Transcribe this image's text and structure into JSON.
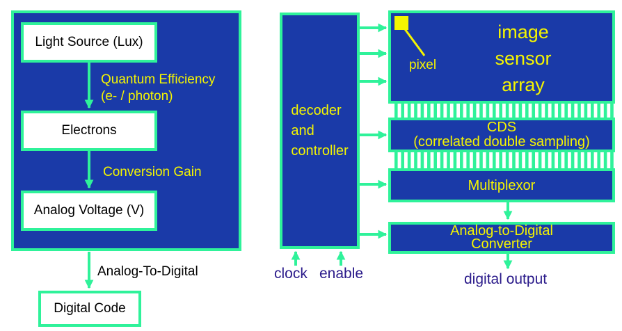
{
  "colors": {
    "panel": "#1a3aa8",
    "border": "#2ff29a",
    "label": "#f5f500",
    "arrow": "#2ff29a",
    "caption": "#2a1a8a"
  },
  "left": {
    "light_source": "Light Source (Lux)",
    "qe_line1": "Quantum Efficiency",
    "qe_line2": "(e- / photon)",
    "electrons": "Electrons",
    "conversion_gain": "Conversion Gain",
    "analog_voltage": "Analog Voltage (V)",
    "adc_label": "Analog-To-Digital",
    "digital_code": "Digital Code"
  },
  "right": {
    "decoder": [
      "decoder",
      "and",
      "controller"
    ],
    "sensor": [
      "image",
      "sensor",
      "array"
    ],
    "pixel": "pixel",
    "cds_line1": "CDS",
    "cds_line2": "(correlated double sampling)",
    "mux": "Multiplexor",
    "adc_line1": "Analog-to-Digital",
    "adc_line2": "Converter",
    "clock": "clock",
    "enable": "enable",
    "digital_output": "digital output"
  }
}
